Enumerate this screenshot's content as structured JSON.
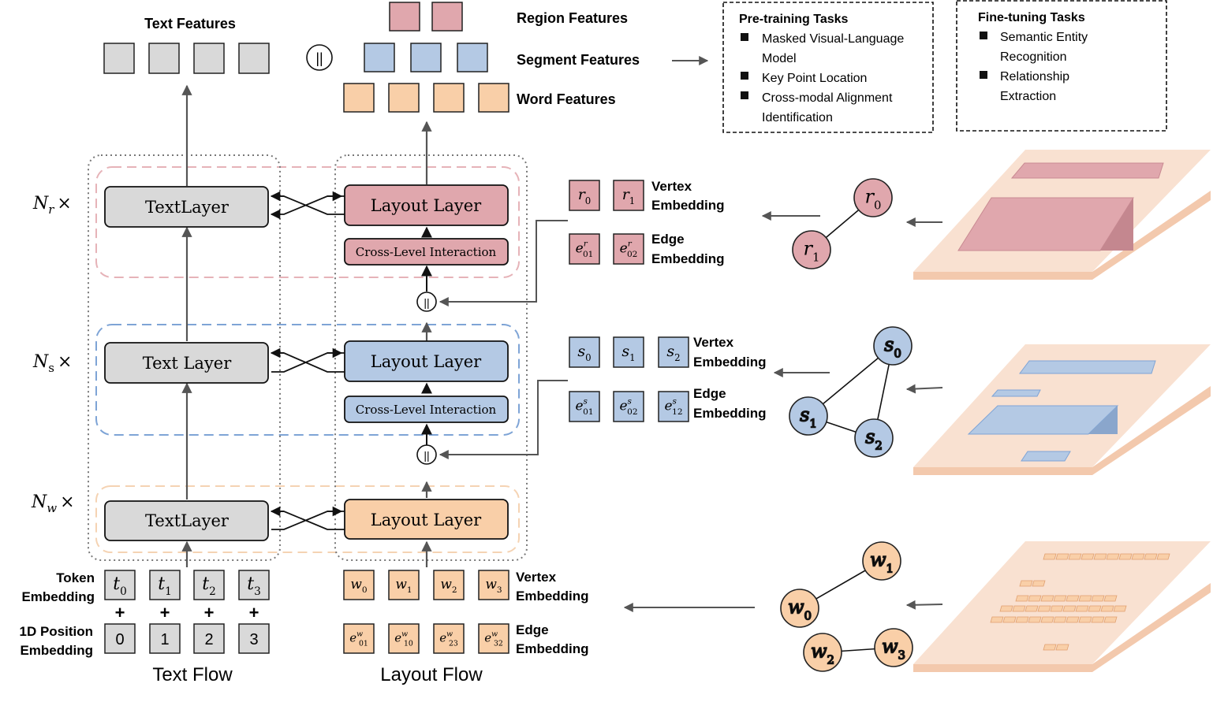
{
  "colors": {
    "gray_fill": "#d9d9d9",
    "red_fill": "#e0a7ad",
    "blue_fill": "#b4c9e4",
    "orange_fill": "#f9cfa8",
    "red_dash": "#e6b3b8",
    "blue_dash": "#7ea4d6",
    "orange_dash": "#f5d3b3",
    "plane_fill": "#f9e1d1",
    "arrow": "#555555"
  },
  "output": {
    "text_features": "Text Features",
    "concat": "||",
    "region_features": "Region Features",
    "segment_features": "Segment Features",
    "word_features": "Word Features"
  },
  "pretraining": {
    "title": "Pre-training Tasks",
    "items": [
      [
        "Masked Visual-Language",
        "Model"
      ],
      [
        "Key Point Location"
      ],
      [
        "Cross-modal Alignment",
        "Identification"
      ]
    ]
  },
  "finetuning": {
    "title": "Fine-tuning Tasks",
    "items": [
      [
        "Semantic Entity",
        "Recognition"
      ],
      [
        "Relationship",
        "Extraction"
      ]
    ]
  },
  "stacks": [
    {
      "level": "region",
      "n_base": "N",
      "n_sub": "r",
      "times": "×",
      "text_layer": "TextLayer",
      "layout_layer": "Layout Layer",
      "cross_level": "Cross-Level Interaction"
    },
    {
      "level": "segment",
      "n_base": "N",
      "n_sub": "s",
      "times": "×",
      "text_layer": "Text Layer",
      "layout_layer": "Layout Layer",
      "cross_level": "Cross-Level Interaction"
    },
    {
      "level": "word",
      "n_base": "N",
      "n_sub": "w",
      "times": "×",
      "text_layer": "TextLayer",
      "layout_layer": "Layout Layer"
    }
  ],
  "concat_symbol": "||",
  "region_embed": {
    "vertex_tokens": [
      {
        "base": "r",
        "sub": "0"
      },
      {
        "base": "r",
        "sub": "1"
      }
    ],
    "vertex_label": [
      "Vertex",
      "Embedding"
    ],
    "edge_tokens": [
      {
        "base": "e",
        "sup": "r",
        "sub": "01"
      },
      {
        "base": "e",
        "sup": "r",
        "sub": "02"
      }
    ],
    "edge_label": [
      "Edge",
      "Embedding"
    ]
  },
  "segment_embed": {
    "vertex_tokens": [
      {
        "base": "s",
        "sub": "0"
      },
      {
        "base": "s",
        "sub": "1"
      },
      {
        "base": "s",
        "sub": "2"
      }
    ],
    "vertex_label": [
      "Vertex",
      "Embedding"
    ],
    "edge_tokens": [
      {
        "base": "e",
        "sup": "s",
        "sub": "01"
      },
      {
        "base": "e",
        "sup": "s",
        "sub": "02"
      },
      {
        "base": "e",
        "sup": "s",
        "sub": "12"
      }
    ],
    "edge_label": [
      "Edge",
      "Embedding"
    ]
  },
  "text_input": {
    "token_label": [
      "Token",
      "Embedding"
    ],
    "tokens": [
      {
        "base": "t",
        "sub": "0"
      },
      {
        "base": "t",
        "sub": "1"
      },
      {
        "base": "t",
        "sub": "2"
      },
      {
        "base": "t",
        "sub": "3"
      }
    ],
    "plus": "+",
    "position_label": [
      "1D Position",
      "Embedding"
    ],
    "positions": [
      "0",
      "1",
      "2",
      "3"
    ],
    "flow_label": "Text Flow"
  },
  "layout_input": {
    "vertex_tokens": [
      {
        "base": "w",
        "sub": "0"
      },
      {
        "base": "w",
        "sub": "1"
      },
      {
        "base": "w",
        "sub": "2"
      },
      {
        "base": "w",
        "sub": "3"
      }
    ],
    "vertex_label": [
      "Vertex",
      "Embedding"
    ],
    "edge_tokens": [
      {
        "base": "e",
        "sup": "w",
        "sub": "01"
      },
      {
        "base": "e",
        "sup": "w",
        "sub": "10"
      },
      {
        "base": "e",
        "sup": "w",
        "sub": "23"
      },
      {
        "base": "e",
        "sup": "w",
        "sub": "32"
      }
    ],
    "edge_label": [
      "Edge",
      "Embedding"
    ],
    "flow_label": "Layout Flow"
  },
  "graphs": {
    "region": {
      "nodes": [
        {
          "base": "r",
          "sub": "0"
        },
        {
          "base": "r",
          "sub": "1"
        }
      ]
    },
    "segment": {
      "nodes": [
        {
          "base": "s",
          "sub": "0"
        },
        {
          "base": "s",
          "sub": "1"
        },
        {
          "base": "s",
          "sub": "2"
        }
      ]
    },
    "word": {
      "nodes": [
        {
          "base": "w",
          "sub": "1"
        },
        {
          "base": "w",
          "sub": "0"
        },
        {
          "base": "w",
          "sub": "2"
        },
        {
          "base": "w",
          "sub": "3"
        }
      ]
    }
  }
}
